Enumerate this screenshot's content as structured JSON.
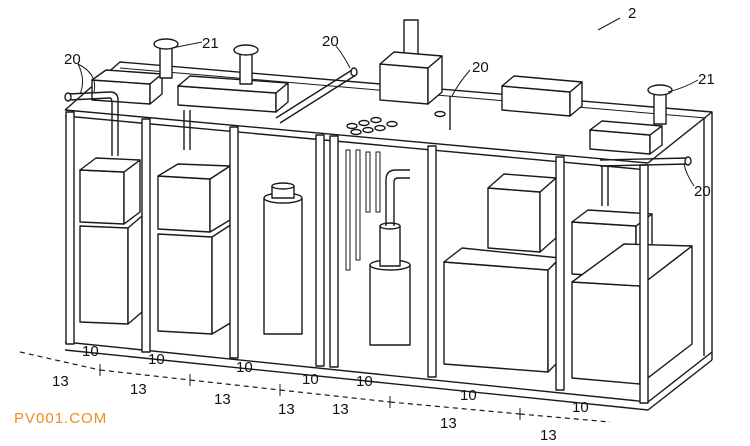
{
  "figure": {
    "figure_ref": "2",
    "labels": {
      "module": "10",
      "segment": "13",
      "pipe": "20",
      "stack": "21"
    }
  },
  "watermark": "PV001.COM"
}
